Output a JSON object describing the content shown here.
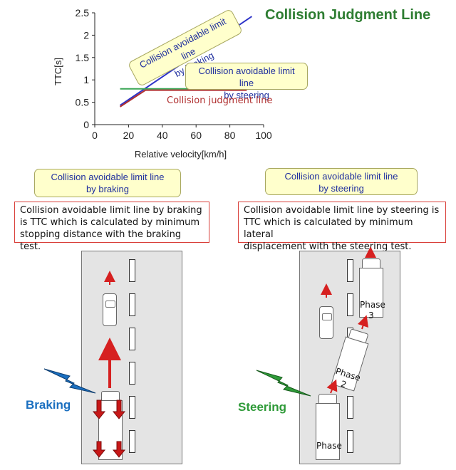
{
  "title": "Collision Judgment Line",
  "chart_data": {
    "type": "line",
    "xlabel": "Relative velocity[km/h]",
    "ylabel": "TTC[s]",
    "xlim": [
      0,
      100
    ],
    "ylim": [
      0,
      2.5
    ],
    "xticks": [
      "0",
      "20",
      "40",
      "60",
      "80",
      "100"
    ],
    "yticks": [
      "0",
      "0.5",
      "1",
      "1.5",
      "2",
      "2.5"
    ],
    "series": [
      {
        "name": "Collision avoidable limit line by braking",
        "color": "#2e34c8",
        "x": [
          15,
          93
        ],
        "y": [
          0.43,
          2.42
        ]
      },
      {
        "name": "Collision avoidable limit line by steering",
        "color": "#3aa655",
        "x": [
          15,
          90
        ],
        "y": [
          0.8,
          0.8
        ]
      },
      {
        "name": "Collision judgment line",
        "color": "#b03030",
        "x": [
          15,
          30,
          90
        ],
        "y": [
          0.4,
          0.77,
          0.77
        ]
      }
    ],
    "annotations": {
      "braking": "Collision avoidable limit line\nby braking",
      "steering": "Collision avoidable limit line\nby steering",
      "judgment": "Collision judgment line"
    },
    "grid": false
  },
  "braking": {
    "header": "Collision avoidable limit line\nby braking",
    "description": "Collision avoidable limit line by braking\nis TTC which is calculated by minimum\nstopping distance with the braking test.",
    "label": "Braking"
  },
  "steering": {
    "header": "Collision avoidable limit line\nby steering",
    "description": "Collision avoidable limit line by steering is\nTTC which is calculated by minimum lateral\ndisplacement with the steering test.",
    "label": "Steering",
    "phase1": "Phase",
    "phase2": "Phase\n2",
    "phase3": "Phase\n3"
  },
  "colors": {
    "braking_bolt": "#1a6fc0",
    "steering_bolt": "#2e9a38",
    "arrow_red": "#d62020"
  }
}
